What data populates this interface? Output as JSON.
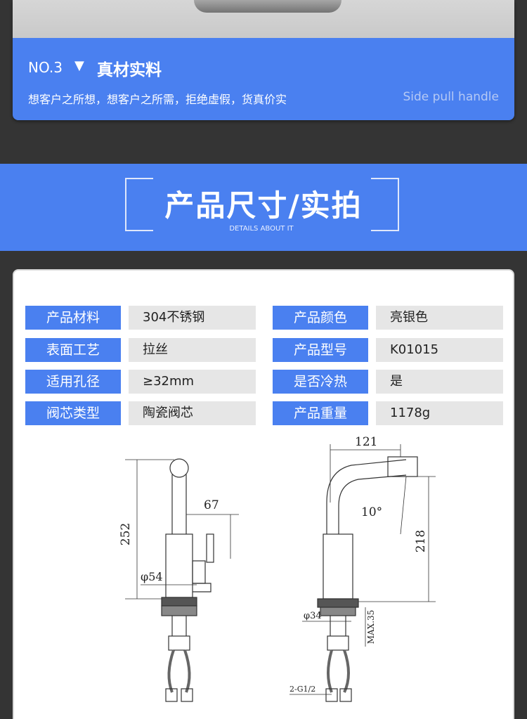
{
  "top": {
    "no": "NO.3",
    "triangle": "▼",
    "title": "真材实料",
    "subtitle": "想客户之所想，想客户之所需，拒绝虚假，货真价实",
    "side_label": "Side pull handle"
  },
  "section": {
    "title": "产品尺寸/实拍",
    "subtitle": "DETAILS ABOUT IT"
  },
  "specs": [
    {
      "label": "产品材料",
      "value": "304不锈钢"
    },
    {
      "label": "产品颜色",
      "value": "亮银色"
    },
    {
      "label": "表面工艺",
      "value": "拉丝"
    },
    {
      "label": "产品型号",
      "value": "K01015"
    },
    {
      "label": "适用孔径",
      "value": "≥32mm"
    },
    {
      "label": "是否冷热",
      "value": "是"
    },
    {
      "label": "阀芯类型",
      "value": "陶瓷阀芯"
    },
    {
      "label": "产品重量",
      "value": "1178g"
    }
  ],
  "drawing": {
    "dim_67": "67",
    "dim_252": "252",
    "dim_54": "φ54",
    "dim_121": "121",
    "dim_10deg": "10°",
    "dim_218": "218",
    "dim_34": "φ34",
    "dim_max35": "MAX.35",
    "dim_thread": "2-G1/2"
  },
  "colors": {
    "accent": "#4a80f0",
    "background": "#343434",
    "value_cell": "#e6e6e6"
  }
}
